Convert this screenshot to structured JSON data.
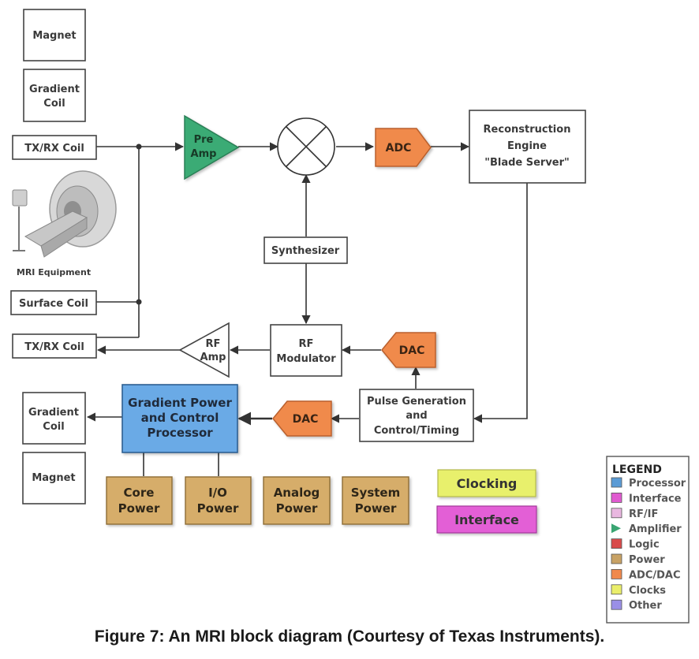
{
  "blocks": {
    "magnet_top": "Magnet",
    "gradient_coil_top": [
      "Gradient",
      "Coil"
    ],
    "txrx_coil_top": "TX/RX Coil",
    "mri_equipment": "MRI Equipment",
    "surface_coil": "Surface Coil",
    "txrx_coil_bottom": "TX/RX Coil",
    "gradient_coil_bottom": [
      "Gradient",
      "Coil"
    ],
    "magnet_bottom": "Magnet",
    "pre_amp": [
      "Pre",
      "Amp"
    ],
    "adc": "ADC",
    "reconstruction_engine": [
      "Reconstruction",
      "Engine",
      "\"Blade Server\""
    ],
    "synthesizer": "Synthesizer",
    "rf_amp": [
      "RF",
      "Amp"
    ],
    "rf_modulator": [
      "RF",
      "Modulator"
    ],
    "dac_upper": "DAC",
    "dac_lower": "DAC",
    "pulse_generation": [
      "Pulse Generation",
      "and",
      "Control/Timing"
    ],
    "gradient_processor": [
      "Gradient Power",
      "and Control",
      "Processor"
    ],
    "core_power": [
      "Core",
      "Power"
    ],
    "io_power": [
      "I/O",
      "Power"
    ],
    "analog_power": [
      "Analog",
      "Power"
    ],
    "system_power": [
      "System",
      "Power"
    ],
    "clocking": "Clocking",
    "interface": "Interface"
  },
  "legend": {
    "title": "LEGEND",
    "items": [
      {
        "label": "Processor",
        "color": "#5b9bd5",
        "shape": "square"
      },
      {
        "label": "Interface",
        "color": "#e05ad0",
        "shape": "square"
      },
      {
        "label": "RF/IF",
        "color": "#e9b7e0",
        "shape": "square"
      },
      {
        "label": "Amplifier",
        "color": "#3aa572",
        "shape": "triangle"
      },
      {
        "label": "Logic",
        "color": "#d94b4b",
        "shape": "square"
      },
      {
        "label": "Power",
        "color": "#c8a265",
        "shape": "square"
      },
      {
        "label": "ADC/DAC",
        "color": "#f0894c",
        "shape": "square"
      },
      {
        "label": "Clocks",
        "color": "#eaee6a",
        "shape": "square"
      },
      {
        "label": "Other",
        "color": "#9a8fe6",
        "shape": "square"
      }
    ]
  },
  "colors": {
    "processor": "#6aaae6",
    "power": "#d6ad6b",
    "adc_dac": "#f08a4b",
    "amplifier": "#3bab74",
    "clocking": "#e8f06c",
    "interface": "#e35fd6"
  },
  "caption": "Figure 7: An MRI block diagram (Courtesy of Texas Instruments)."
}
